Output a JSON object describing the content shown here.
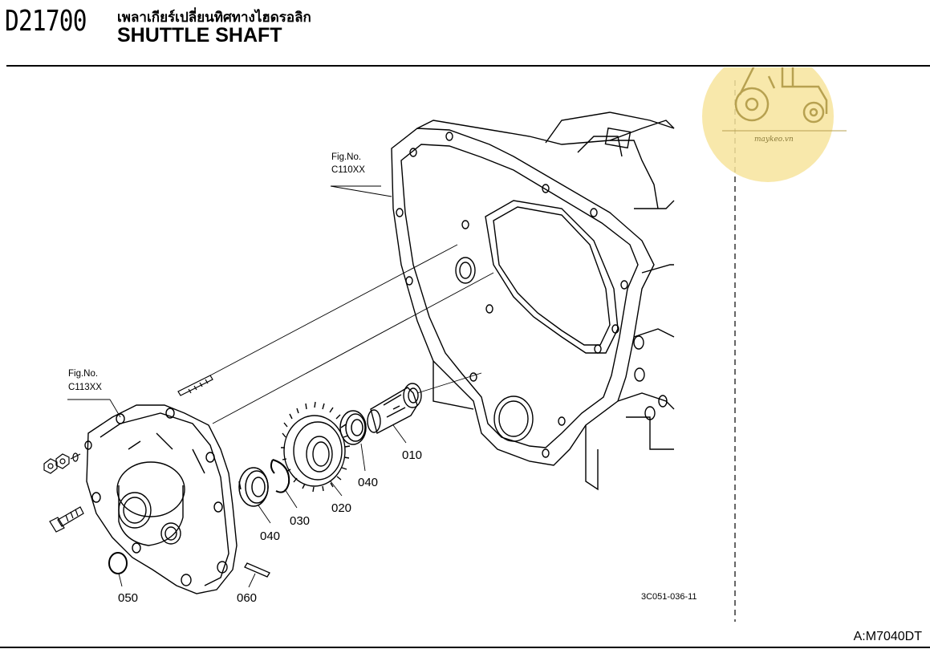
{
  "header": {
    "code": "D21700",
    "title_thai": "เพลาเกียร์เปลี่ยนทิศทางไฮดรอลิก",
    "title_english": "SHUTTLE SHAFT"
  },
  "figure_refs": [
    {
      "label": "Fig.No.",
      "number": "C110XX"
    },
    {
      "label": "Fig.No.",
      "number": "C113XX"
    }
  ],
  "parts": [
    {
      "no": "010"
    },
    {
      "no": "020"
    },
    {
      "no": "030"
    },
    {
      "no": "040"
    },
    {
      "no": "040"
    },
    {
      "no": "050"
    },
    {
      "no": "060"
    }
  ],
  "illustration_code": "3C051-036-11",
  "model": "A:M7040DT",
  "watermark": {
    "text": "maykeo.vn",
    "color": "#f6e39a",
    "icon": "tractor-icon"
  }
}
